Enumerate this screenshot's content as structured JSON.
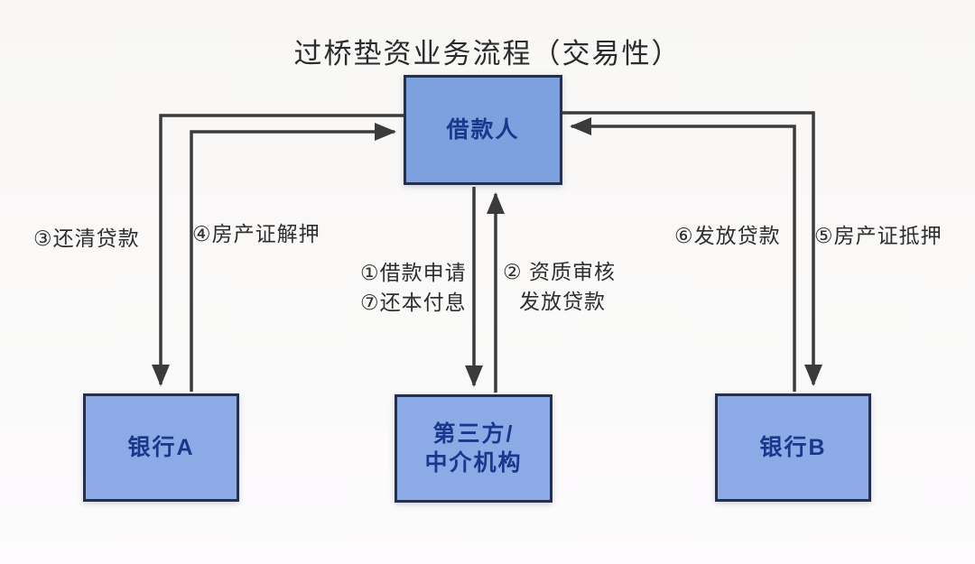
{
  "diagram": {
    "title": "过桥垫资业务流程（交易性）",
    "nodes": {
      "borrower": "借款人",
      "bank_a": "银行A",
      "third_party_line1": "第三方/",
      "third_party_line2": "中介机构",
      "bank_b": "银行B"
    },
    "edge_labels": {
      "step3": "③还清贷款",
      "step4": "④房产证解押",
      "step1": "①借款申请",
      "step7": "⑦还本付息",
      "step2_line1": "② 资质审核",
      "step2_line2": "发放贷款",
      "step6": "⑥发放贷款",
      "step5": "⑤房产证抵押"
    },
    "edges": [
      {
        "id": "edge-3",
        "label": "③还清贷款",
        "from": "借款人",
        "to": "银行A"
      },
      {
        "id": "edge-4",
        "label": "④房产证解押",
        "from": "银行A",
        "to": "借款人"
      },
      {
        "id": "edge-1-7",
        "label": "①借款申请 ⑦还本付息",
        "from": "借款人",
        "to": "第三方/中介机构"
      },
      {
        "id": "edge-2",
        "label": "② 资质审核 发放贷款",
        "from": "第三方/中介机构",
        "to": "借款人"
      },
      {
        "id": "edge-6",
        "label": "⑥发放贷款",
        "from": "银行B",
        "to": "借款人"
      },
      {
        "id": "edge-5",
        "label": "⑤房产证抵押",
        "from": "借款人",
        "to": "银行B"
      }
    ],
    "colors": {
      "node_fill": "#85a3e0",
      "node_border": "#24304e",
      "node_text": "#17388c",
      "line": "#3b3b3b",
      "label_text": "#2e2e2e",
      "background": "#f9f8f7"
    }
  }
}
